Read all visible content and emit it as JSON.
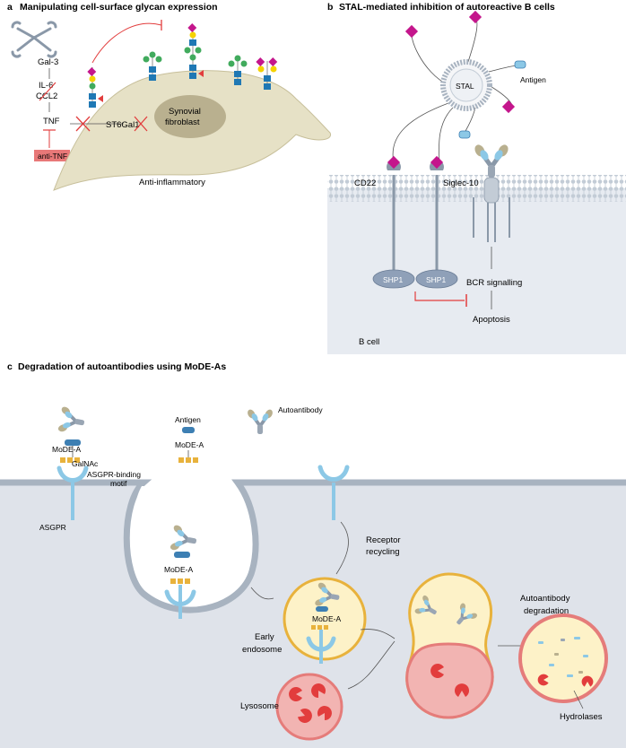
{
  "panel_a": {
    "letter": "a",
    "title": "Manipulating cell-surface glycan expression",
    "gal3": "Gal-3",
    "il6": "IL-6",
    "ccl2": "CCL2",
    "tnf": "TNF",
    "anti_tnf": "anti-TNF",
    "st6gal1": "ST6Gal1",
    "synovial": "Synovial",
    "fibroblast": "fibroblast",
    "anti_inflammatory": "Anti-inflammatory"
  },
  "panel_b": {
    "letter": "b",
    "title": "STAL-mediated inhibition of autoreactive B cells",
    "stal": "STAL",
    "antigen": "Antigen",
    "cd22": "CD22",
    "siglec10": "Siglec-10",
    "shp1_a": "SHP1",
    "shp1_b": "SHP1",
    "bcr_signalling": "BCR signalling",
    "apoptosis": "Apoptosis",
    "b_cell": "B cell"
  },
  "panel_c": {
    "letter": "c",
    "title": "Degradation of autoantibodies using MoDE-As",
    "mode_a_1": "MoDE-A",
    "mode_a_2": "MoDE-A",
    "mode_a_3": "MoDE-A",
    "mode_a_4": "MoDE-A",
    "antigen": "Antigen",
    "autoantibody": "Autoantibody",
    "galnac": "GalNAc",
    "asgpr_binding": "ASGPR-binding",
    "motif": "motif",
    "asgpr": "ASGPR",
    "receptor": "Receptor",
    "recycling": "recycling",
    "early": "Early",
    "endosome": "endosome",
    "lysosome": "Lysosome",
    "autoantibody_deg_1": "Autoantibody",
    "autoantibody_deg_2": "degradation",
    "hydrolases": "Hydrolases"
  },
  "colors": {
    "cell_fill": "#e6e1c6",
    "nucleus": "#b9b08f",
    "membrane": "#a8b3c0",
    "bcell_bg": "#e7ebf1",
    "cell_bg_c": "#dfe3ea",
    "receptor_blue": "#8cc8e6",
    "magenta": "#c4168c",
    "red": "#e23d3d",
    "gold": "#e8b23c",
    "lysosome": "#f2b4b2",
    "endosome": "#fdf2c8"
  }
}
